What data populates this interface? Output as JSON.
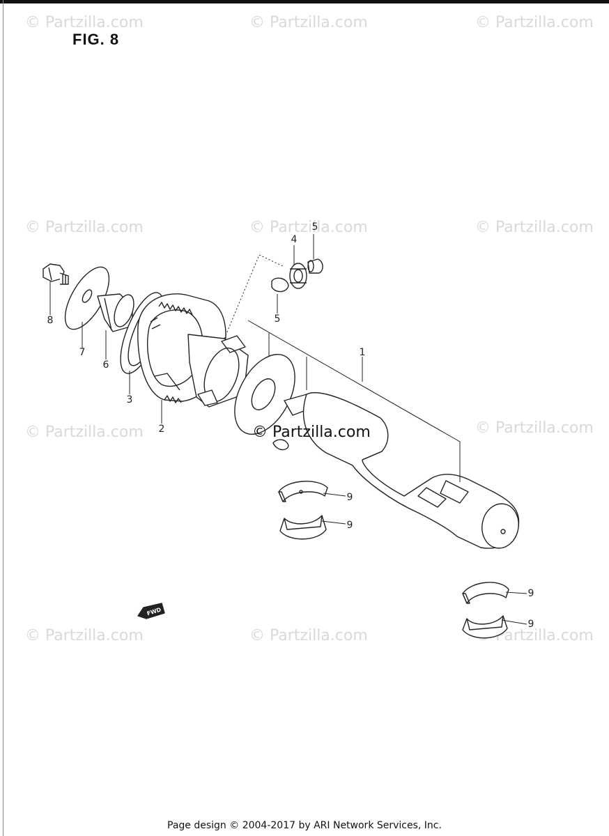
{
  "figure": {
    "title": "FIG. 8"
  },
  "watermark": {
    "text": "© Partzilla.com"
  },
  "callouts": {
    "p1": "1",
    "p2": "2",
    "p3": "3",
    "p4": "4",
    "p5a": "5",
    "p5b": "5",
    "p6": "6",
    "p7": "7",
    "p8": "8",
    "p9a": "9",
    "p9b": "9",
    "p9c": "9",
    "p9d": "9"
  },
  "fwd_label": "FWD",
  "footer": {
    "text": "Page design © 2004-2017 by ARI Network Services, Inc."
  }
}
